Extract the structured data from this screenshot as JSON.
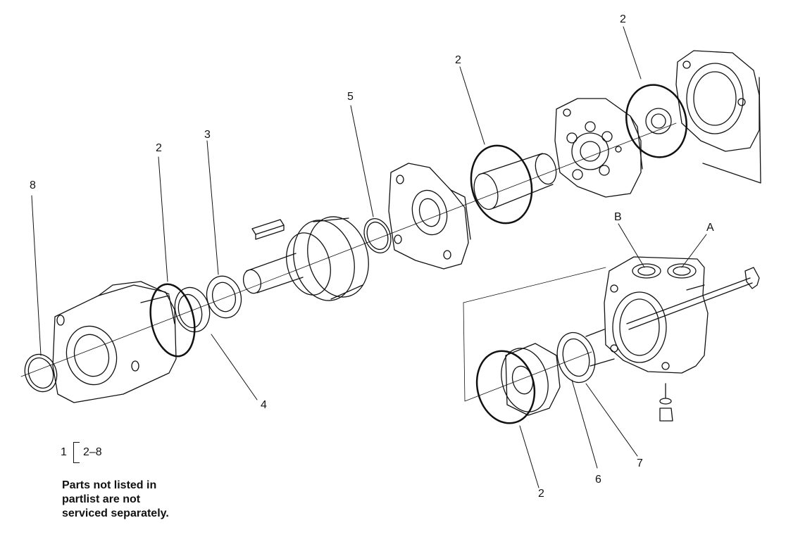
{
  "callouts": {
    "c8": "8",
    "c2_left": "2",
    "c3": "3",
    "c4": "4",
    "c5": "5",
    "c2_mid": "2",
    "c2_top": "2",
    "cB": "B",
    "cA": "A",
    "c2_bottom": "2",
    "c6": "6",
    "c7": "7"
  },
  "reference": {
    "item": "1",
    "range": "2–8"
  },
  "note": {
    "line1": "Parts not listed in",
    "line2": "partlist are not",
    "line3": "serviced separately."
  }
}
